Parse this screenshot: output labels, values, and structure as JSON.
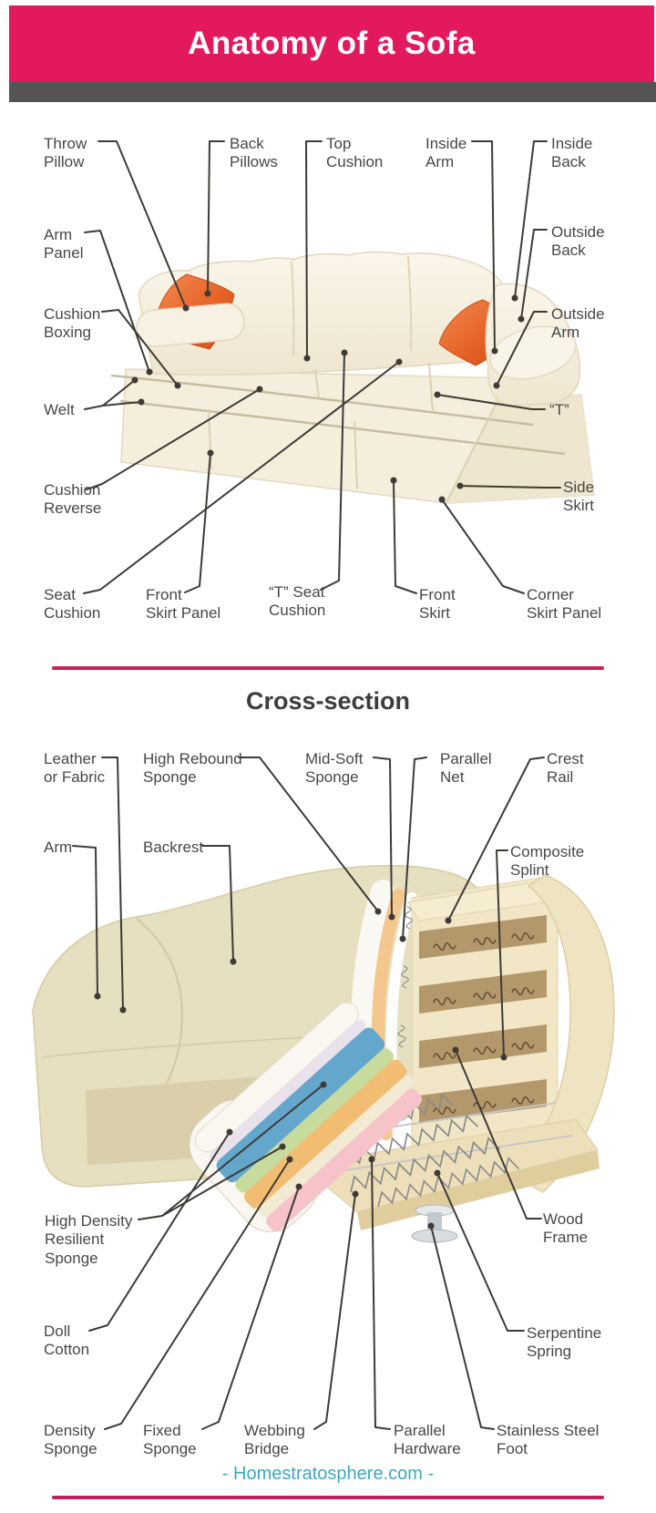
{
  "header": {
    "title": "Anatomy of a Sofa"
  },
  "s1": {
    "throw_pillow": "Throw\nPillow",
    "arm_panel": "Arm\nPanel",
    "cushion_boxing": "Cushion\nBoxing",
    "welt": "Welt",
    "cushion_reverse": "Cushion\nReverse",
    "seat_cushion": "Seat\nCushion",
    "back_pillows": "Back\nPillows",
    "top_cushion": "Top\nCushion",
    "inside_arm": "Inside\nArm",
    "inside_back": "Inside\nBack",
    "outside_back": "Outside\nBack",
    "outside_arm": "Outside\nArm",
    "t": "“T”",
    "side_skirt": "Side\nSkirt",
    "front_skirt_panel": "Front\nSkirt Panel",
    "t_seat_cushion": "“T” Seat\nCushion",
    "front_skirt": "Front\nSkirt",
    "corner_skirt_panel": "Corner\nSkirt Panel"
  },
  "s2": {
    "title": "Cross-section",
    "leather_or_fabric": "Leather\nor Fabric",
    "high_rebound_sponge": "High Rebound\nSponge",
    "mid_soft_sponge": "Mid-Soft\nSponge",
    "parallel_net": "Parallel\nNet",
    "crest_rail": "Crest\nRail",
    "arm": "Arm",
    "backrest": "Backrest",
    "composite_splint": "Composite\nSplint",
    "high_density_resilient_sponge": "High Density\nResilient\nSponge",
    "doll_cotton": "Doll\nCotton",
    "density_sponge": "Density\nSponge",
    "fixed_sponge": "Fixed\nSponge",
    "webbing_bridge": "Webbing\nBridge",
    "parallel_hardware": "Parallel\nHardware",
    "stainless_steel_foot": "Stainless Steel\nFoot",
    "wood_frame": "Wood\nFrame",
    "serpentine_spring": "Serpentine\nSpring"
  },
  "footer": {
    "site": "- Homestratosphere.com -"
  },
  "colors": {
    "banner": "#E2195C",
    "banner_bar": "#545454",
    "divider": "#C82557",
    "footer_text": "#3AAABD",
    "footer_line": "#C01E5C",
    "label_text": "#474747",
    "leader_line": "#3F3A35",
    "sofa_cream": "#F7F1E2",
    "pillow_orange": "#E8622A",
    "foam_khaki": "#E6DFC0",
    "wood_light": "#F1E6C6",
    "wood_brown": "#B3986B",
    "layer_blue": "#64A7CD",
    "layer_green": "#C6DB9C",
    "layer_orange": "#F1BD73",
    "layer_pink": "#F5C3C8"
  }
}
